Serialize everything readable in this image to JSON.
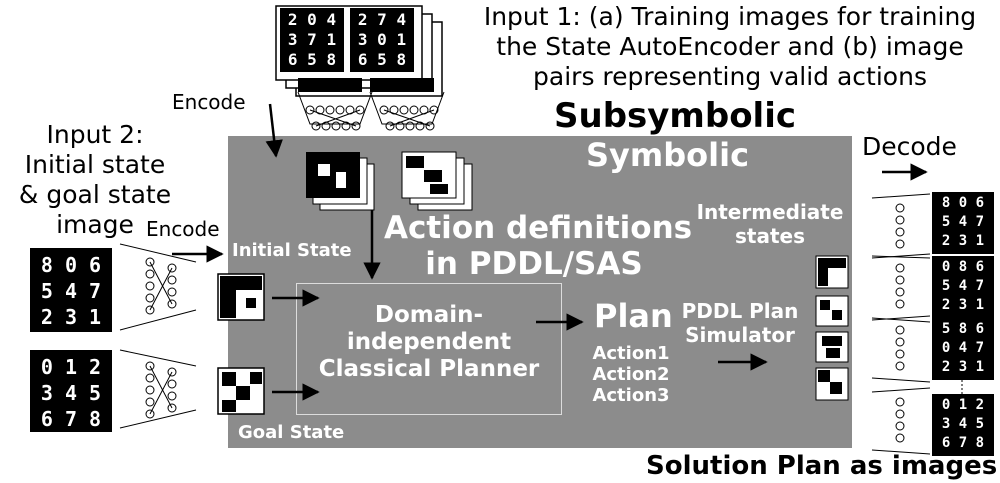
{
  "labels": {
    "input1": [
      "Input 1: (a) Training images for training",
      "the State AutoEncoder and (b) image",
      "pairs representing valid actions"
    ],
    "input2": [
      "Input 2:",
      "Initial state",
      "& goal state",
      "image"
    ],
    "encode_top": "Encode",
    "encode_left": "Encode",
    "decode": "Decode",
    "subsymbolic": "Subsymbolic",
    "symbolic": "Symbolic",
    "initial_state": "Initial State",
    "goal_state": "Goal State",
    "action_definitions": [
      "Action definitions",
      "in PDDL/SAS"
    ],
    "planner": [
      "Domain-",
      "independent",
      "Classical Planner"
    ],
    "plan": "Plan",
    "actions": [
      "Action1",
      "Action2",
      "Action3"
    ],
    "simulator": [
      "PDDL Plan",
      "Simulator"
    ],
    "intermediate": [
      "Intermediate",
      "states"
    ],
    "solution": "Solution Plan as images"
  },
  "digit_grids": {
    "training_left": [
      "2 0 4",
      "3 7 1",
      "6 5 8"
    ],
    "training_right": [
      "2 7 4",
      "3 0 1",
      "6 5 8"
    ],
    "initial": [
      "8 0 6",
      "5 4 7",
      "2 3 1"
    ],
    "goal": [
      "0 1 2",
      "3 4 5",
      "6 7 8"
    ],
    "out1": [
      "8 0 6",
      "5 4 7",
      "2 3 1"
    ],
    "out2": [
      "0 8 6",
      "5 4 7",
      "2 3 1"
    ],
    "out3": [
      "5 8 6",
      "0 4 7",
      "2 3 1"
    ],
    "out4": [
      "0 1 2",
      "3 4 5",
      "6 7 8"
    ]
  },
  "colors": {
    "panel": "#8c8c8c",
    "line": "#000000",
    "text_on_panel": "#ffffff"
  }
}
